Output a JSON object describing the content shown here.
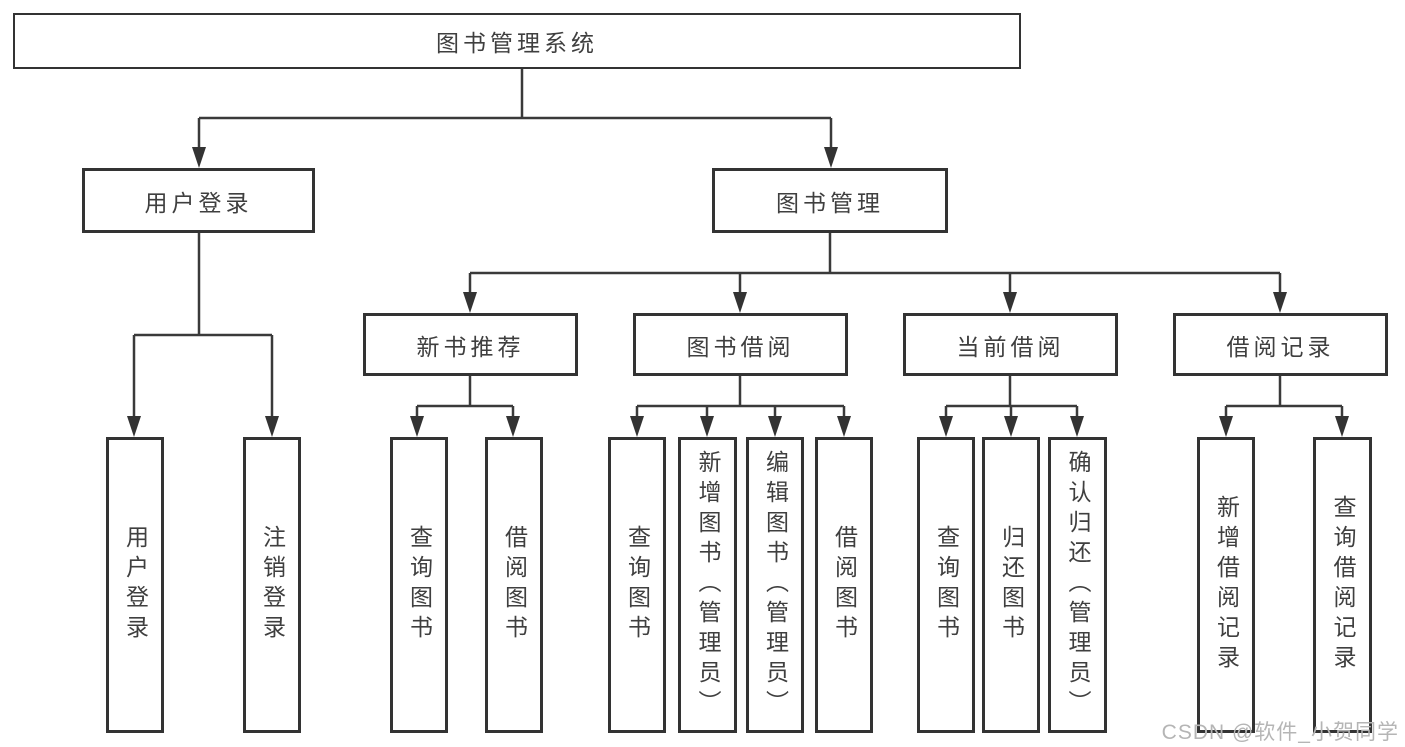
{
  "diagram": {
    "title": "图书管理系统",
    "root": {
      "label": "图书管理系统"
    },
    "branches": [
      {
        "label": "用户登录",
        "children": [
          {
            "label": "用户登录"
          },
          {
            "label": "注销登录"
          }
        ]
      },
      {
        "label": "图书管理",
        "children": [
          {
            "label": "新书推荐",
            "children": [
              {
                "label": "查询图书"
              },
              {
                "label": "借阅图书"
              }
            ]
          },
          {
            "label": "图书借阅",
            "children": [
              {
                "label": "查询图书"
              },
              {
                "label": "新增图书（管理员）"
              },
              {
                "label": "编辑图书（管理员）"
              },
              {
                "label": "借阅图书"
              }
            ]
          },
          {
            "label": "当前借阅",
            "children": [
              {
                "label": "查询图书"
              },
              {
                "label": "归还图书"
              },
              {
                "label": "确认归还（管理员）"
              }
            ]
          },
          {
            "label": "借阅记录",
            "children": [
              {
                "label": "新增借阅记录"
              },
              {
                "label": "查询借阅记录"
              }
            ]
          }
        ]
      }
    ]
  },
  "watermark": {
    "text": "CSDN @软件_小贺同学"
  },
  "colors": {
    "line": "#3a3a3a",
    "box_border": "#333333",
    "text": "#3f3f3f",
    "background": "#ffffff",
    "watermark": "#b5b5b5"
  }
}
